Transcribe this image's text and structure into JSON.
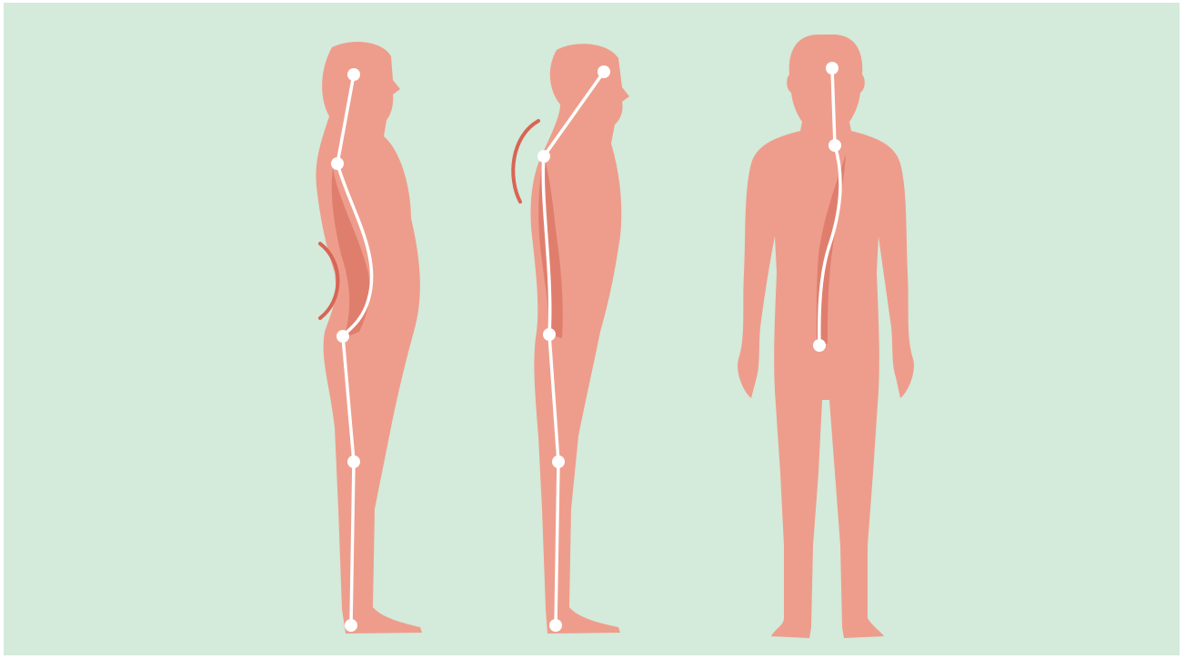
{
  "colors": {
    "background": "#d4eada",
    "body": "#ee9d8c",
    "shadow": "#e07e6e",
    "curve_marker": "#d76556",
    "spine": "#ffffff"
  },
  "figures": [
    {
      "name": "lordosis-figure",
      "view": "side",
      "icon": "sway-back-posture"
    },
    {
      "name": "kyphosis-figure",
      "view": "side",
      "icon": "hunched-back-posture"
    },
    {
      "name": "scoliosis-figure",
      "view": "back",
      "icon": "curved-spine-posture"
    }
  ]
}
